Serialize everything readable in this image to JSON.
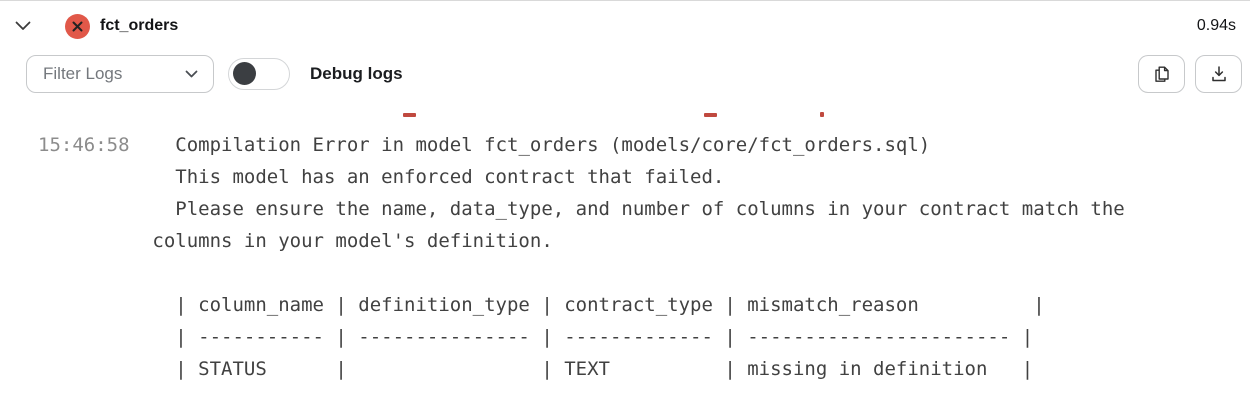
{
  "header": {
    "title": "fct_orders",
    "duration": "0.94s",
    "status": "error"
  },
  "toolbar": {
    "filter_label": "Filter Logs",
    "debug_label": "Debug logs",
    "debug_toggle_on": false
  },
  "log": {
    "timestamp": "15:46:58",
    "body": "    Compilation Error in model fct_orders (models/core/fct_orders.sql)\n            This model has an enforced contract that failed.\n            Please ensure the name, data_type, and number of columns in your contract match the\n          columns in your model's definition.\n\n            | column_name | definition_type | contract_type | mismatch_reason          |\n            | ----------- | --------------- | ------------- | ----------------------- |\n            | STATUS      |                 | TEXT          | missing in definition   |",
    "error": {
      "title": "Compilation Error in model fct_orders (models/core/fct_orders.sql)",
      "details": [
        "This model has an enforced contract that failed.",
        "Please ensure the name, data_type, and number of columns in your contract match the columns in your model's definition."
      ]
    },
    "mismatch_table": {
      "columns": [
        "column_name",
        "definition_type",
        "contract_type",
        "mismatch_reason"
      ],
      "rows": [
        [
          "STATUS",
          "",
          "TEXT",
          "missing in definition"
        ]
      ]
    },
    "colors": {
      "status_red": "#e15849",
      "clipped_line_red": "#c0493f",
      "timestamp_gray": "#8c8c8c",
      "log_text": "#414141"
    }
  }
}
